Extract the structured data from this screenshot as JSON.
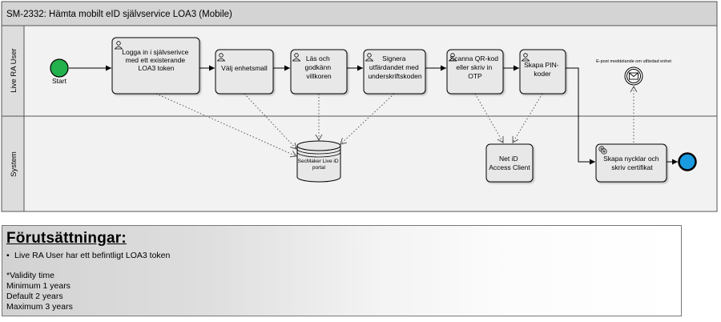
{
  "pool_title": "SM-2332: Hämta mobilt eID självservice LOA3 (Mobile)",
  "lanes": [
    "Live RA User",
    "System"
  ],
  "start_label": "Start",
  "tasks": [
    [
      "Logga in i självserivce",
      "med ett existerande",
      "LOA3 token"
    ],
    [
      "Välj enhetsmall"
    ],
    [
      "Läs och",
      "godkänn",
      "villkoren"
    ],
    [
      "Signera",
      "utfärdandet med",
      "underskriftskoden"
    ],
    [
      "Scanna QR-kod",
      "eller skriv in",
      "OTP"
    ],
    [
      "Skapa PIN-",
      "koder"
    ],
    [
      "Net iD",
      "Access Client"
    ],
    [
      "Skapa nycklar och",
      "skriv certifikat"
    ]
  ],
  "datastore": [
    "SecMaker Live iD",
    "portal"
  ],
  "message_event_label": "E-post meddelande om utfärdad enhet",
  "prereq": {
    "title": "Förutsättningar:",
    "bullet": "Live RA User har ett befintligt LOA3 token",
    "validity": [
      "*Validity time",
      "Minimum 1 years",
      "Default 2 years",
      "Maximum 3 years"
    ]
  },
  "colors": {
    "header_fill": "#d4d4d4",
    "lane_fill": "#f2f2f2",
    "task_fill": "#e8e8e8",
    "start_event": "#22b14c",
    "end_event": "#1a9ae0"
  },
  "icons": {
    "user_task": "user-icon",
    "service_task": "gears-icon",
    "message_event": "envelope-icon"
  }
}
